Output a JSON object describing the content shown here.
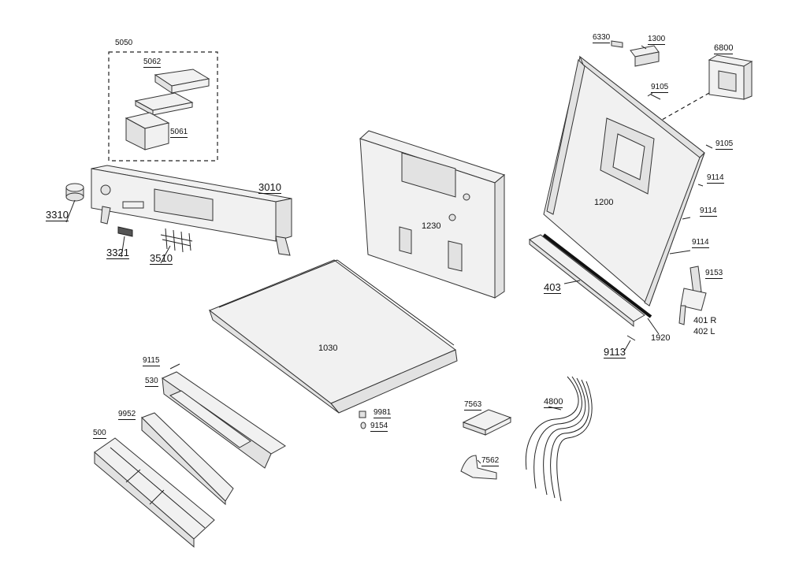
{
  "labels": {
    "p5050": "5050",
    "p5062": "5062",
    "p5061": "5061",
    "p3010": "3010",
    "p3310": "3310",
    "p3321": "3321",
    "p3510": "3510",
    "p1230": "1230",
    "p1030": "1030",
    "p9115": "9115",
    "p530": "530",
    "p9952": "9952",
    "p500": "500",
    "p9981": "9981",
    "p9154": "9154",
    "p7563": "7563",
    "p7562": "7562",
    "p4800": "4800",
    "p6330": "6330",
    "p1300": "1300",
    "p6800": "6800",
    "p9105a": "9105",
    "p9105b": "9105",
    "p1200": "1200",
    "p9114a": "9114",
    "p9114b": "9114",
    "p9114c": "9114",
    "p9153": "9153",
    "p401": "401 R",
    "p402": "402 L",
    "p403": "403",
    "p9113": "9113",
    "p1920": "1920"
  }
}
